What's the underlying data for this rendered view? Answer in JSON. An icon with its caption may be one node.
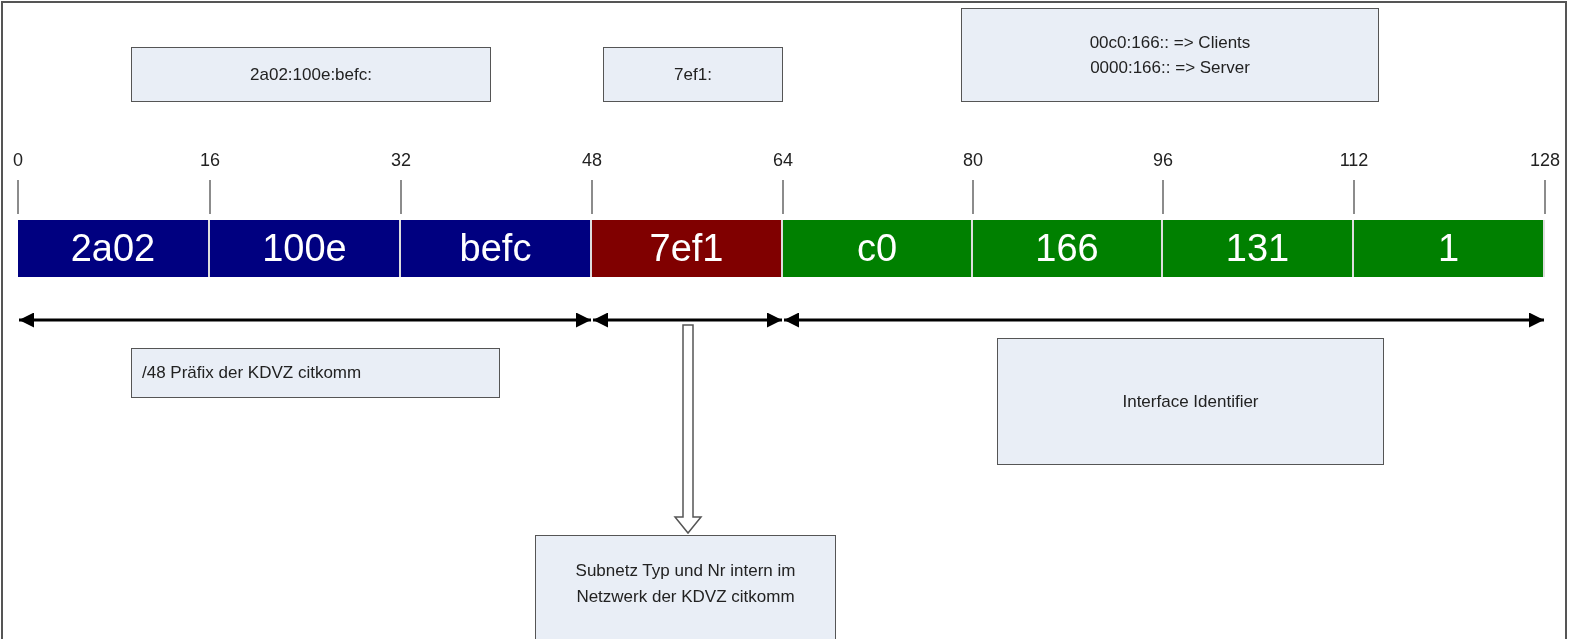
{
  "diagram": {
    "nodes": [
      {
        "text": [
          "2a02:100e:befc:"
        ]
      },
      {
        "text": [
          "7ef1:"
        ]
      },
      {
        "text": [
          "00c0:166:: => Clients",
          "0000:166:: => Server"
        ]
      },
      {
        "text": [
          "2a02"
        ]
      },
      {
        "text": [
          "100e"
        ]
      },
      {
        "text": [
          "befc"
        ]
      },
      {
        "text": [
          "7ef1"
        ]
      },
      {
        "text": [
          "c0"
        ]
      },
      {
        "text": [
          "166"
        ]
      },
      {
        "text": [
          "131"
        ]
      },
      {
        "text": [
          "1"
        ]
      },
      {
        "text": [
          "/48 Präfix der KDVZ citkomm"
        ]
      },
      {
        "text": [
          "Interface Identifier"
        ]
      },
      {
        "text": [
          "Subnetz Typ und Nr intern im Netzwerk der KDVZ citkomm"
        ]
      }
    ],
    "edges": [
      {
        "from": null,
        "to": 13,
        "arrow": "to"
      }
    ],
    "labels": [
      "0",
      "16",
      "32",
      "48",
      "64",
      "80",
      "96",
      "112",
      "128"
    ]
  }
}
